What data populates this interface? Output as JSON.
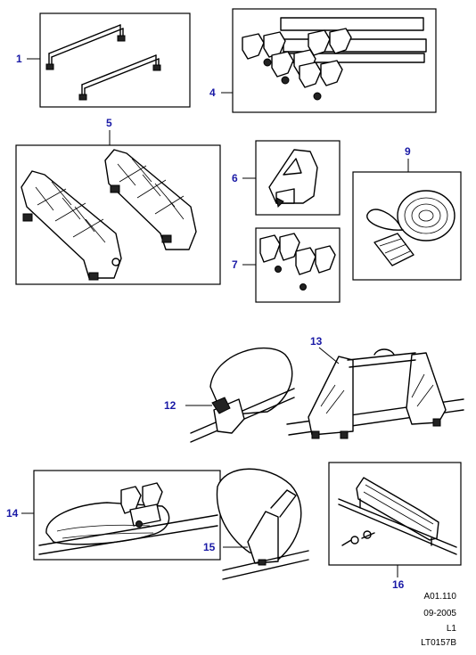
{
  "callouts": {
    "c1": "1",
    "c4": "4",
    "c5": "5",
    "c6": "6",
    "c7": "7",
    "c9": "9",
    "c12": "12",
    "c13": "13",
    "c14": "14",
    "c15": "15",
    "c16": "16"
  },
  "footer": {
    "ref": "A01.110",
    "date": "09-2005",
    "level": "L1",
    "code": "LT0157B"
  },
  "colors": {
    "callout_text": "#1a1aa6",
    "line": "#000000"
  }
}
